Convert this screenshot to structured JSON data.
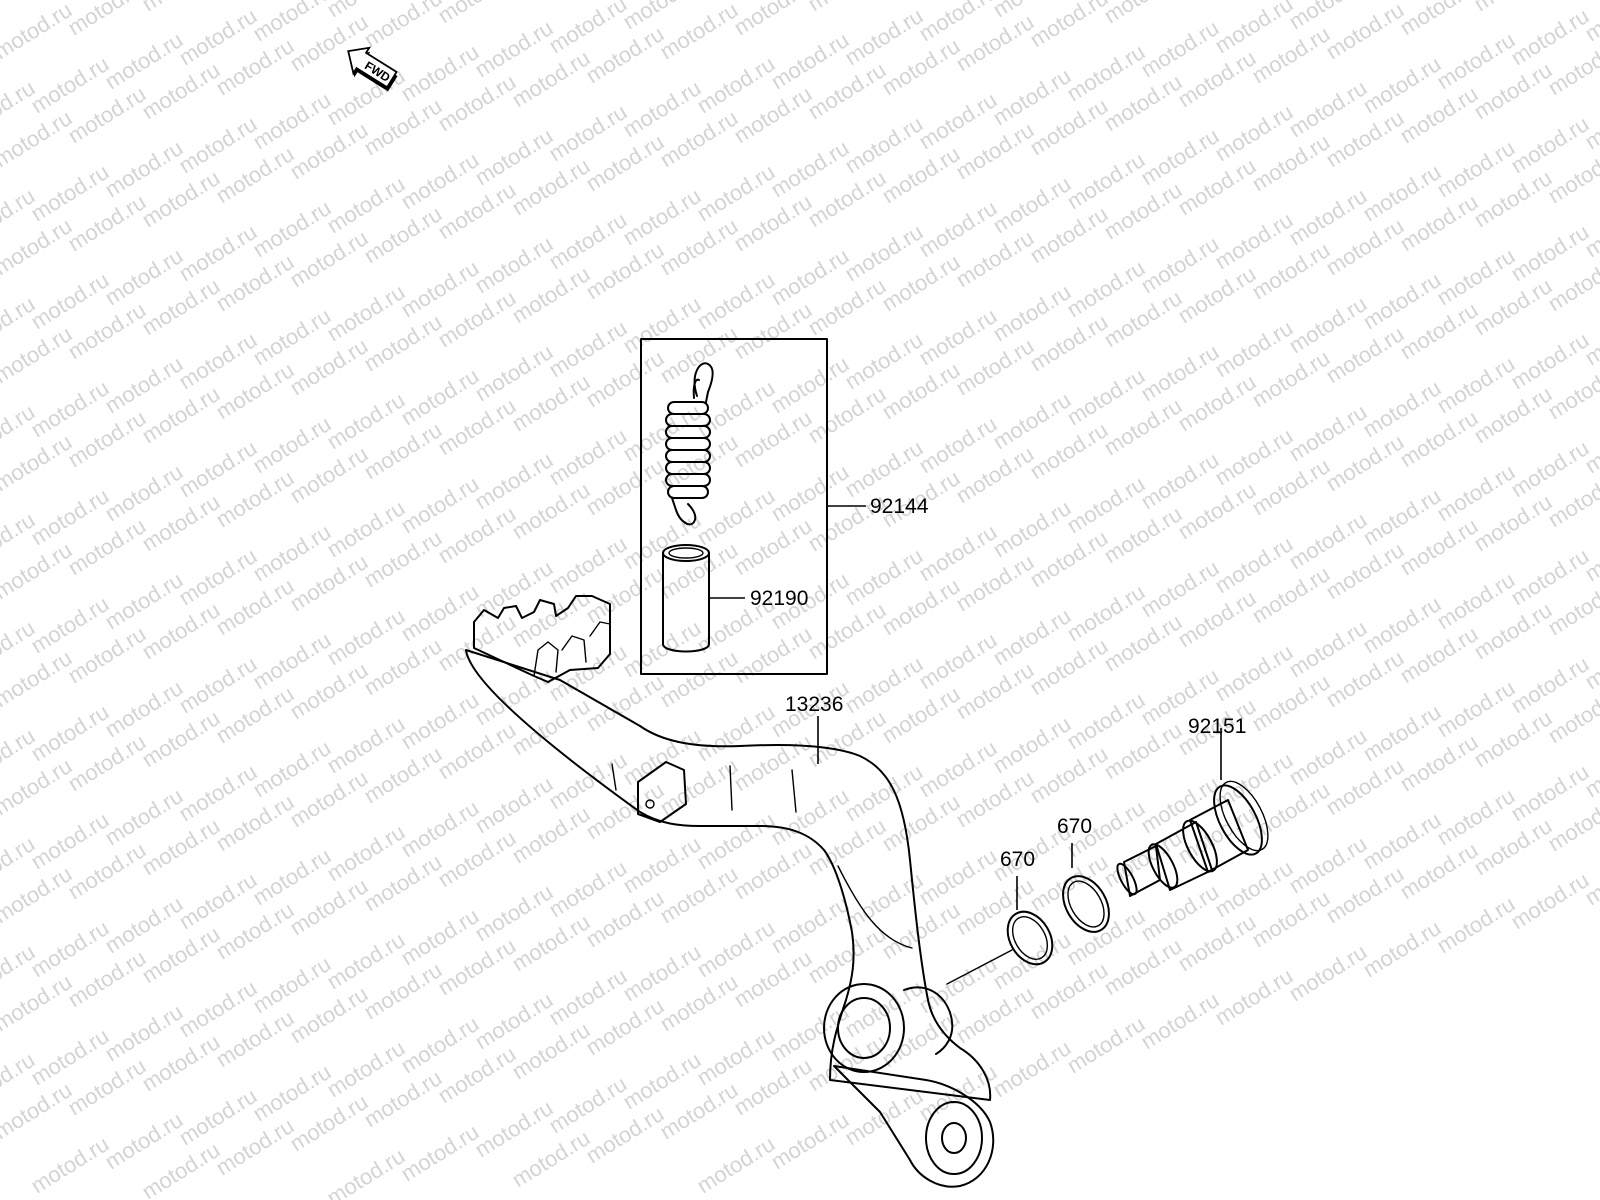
{
  "watermark": {
    "text": "motod.ru"
  },
  "direction_marker": {
    "label": "FWD",
    "icon": "arrow-left-icon"
  },
  "callouts": {
    "spring_set": "92144",
    "collar": "92190",
    "brake_pedal": "13236",
    "pivot_bolt": "92151",
    "o_ring_inner": "670",
    "o_ring_outer": "670"
  }
}
